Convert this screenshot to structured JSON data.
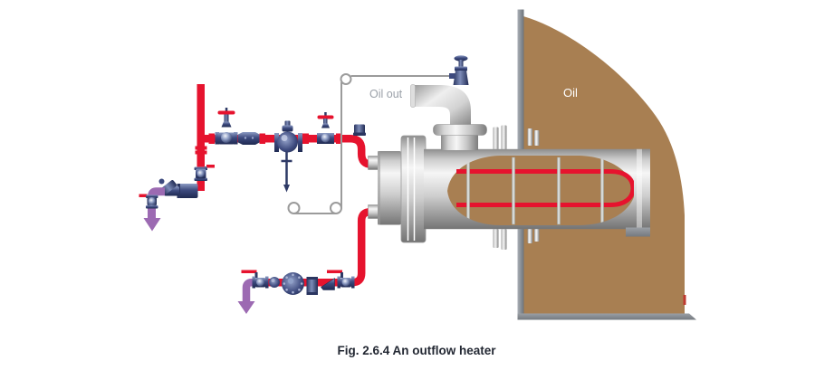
{
  "figure": {
    "caption": "Fig. 2.6.4 An outflow heater",
    "labels": {
      "oil_out": "Oil out",
      "oil": "Oil"
    },
    "colors": {
      "steam_pipe_red": "#e6132e",
      "condensate_purple": "#9c6ab2",
      "oil_brown": "#a87f52",
      "valve_navy": "#3d4a7e",
      "capillary_gray": "#9b9b9b",
      "tank_wall_gray": "#868c93",
      "metal_highlight": "#f5f5f5",
      "metal_shadow": "#767676",
      "background": "#ffffff"
    },
    "components": [
      "steam-supply-pipe",
      "isolation-globe-valve",
      "strainer",
      "self-acting-temperature-control-valve",
      "capillary-sensing-line",
      "temperature-sensor",
      "oil-outlet-pipe",
      "outflow-heater-shell",
      "heating-coil-u-tube",
      "baffle-plates",
      "oil-storage-tank",
      "steam-trap-set",
      "ball-valve",
      "check-valve",
      "float-trap",
      "sight-glass",
      "condensate-drain-arrow"
    ]
  }
}
